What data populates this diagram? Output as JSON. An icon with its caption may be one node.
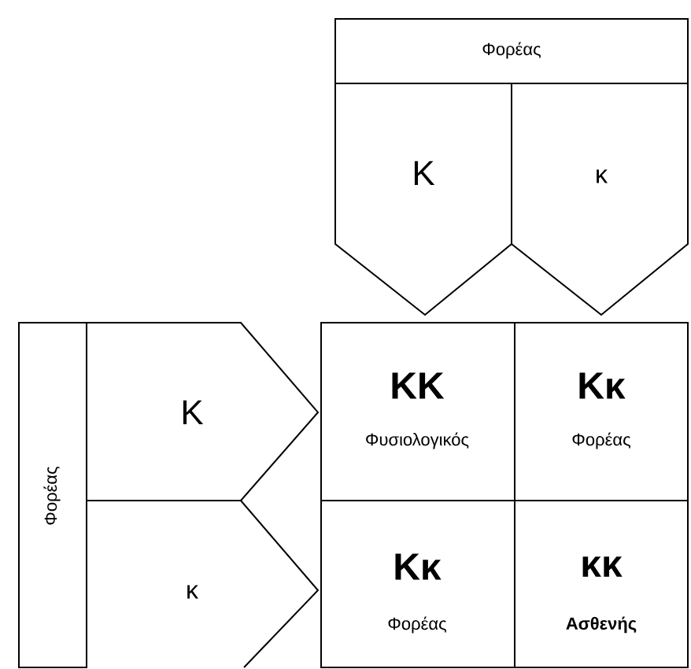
{
  "diagram": {
    "nodes": [
      {
        "text": [
          "Φορέας"
        ]
      },
      {
        "text": [
          "Κ"
        ]
      },
      {
        "text": [
          "κ"
        ]
      },
      {
        "text": [
          "Φορέας"
        ]
      },
      {
        "text": [
          "Κ"
        ]
      },
      {
        "text": [
          "κ"
        ]
      },
      {
        "text": [
          "ΚΚ",
          "Φυσιολογικός"
        ]
      },
      {
        "text": [
          "Κκ",
          "Φορέας"
        ]
      },
      {
        "text": [
          "Κκ",
          "Φορέας"
        ]
      },
      {
        "text": [
          "κκ",
          "Ασθενής"
        ]
      }
    ]
  }
}
